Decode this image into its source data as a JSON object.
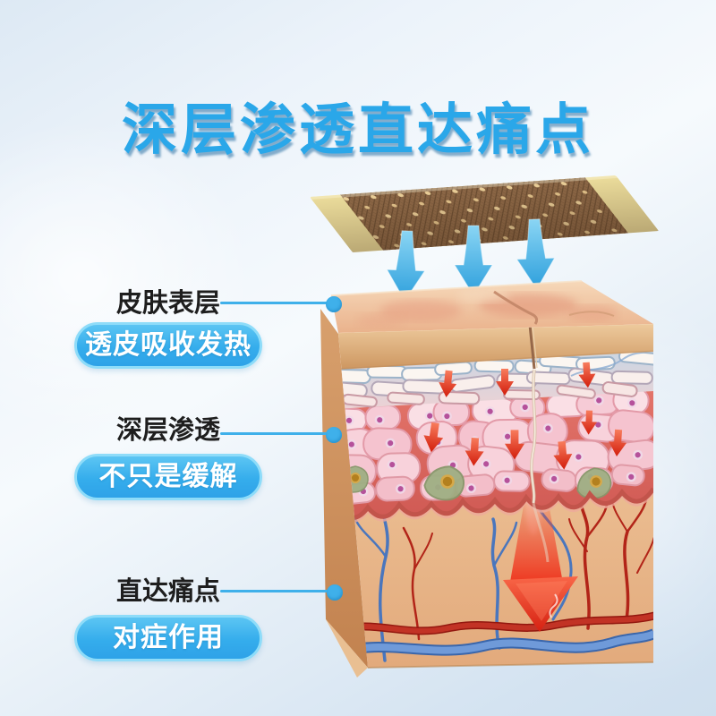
{
  "title": "深层渗透直达痛点",
  "callouts": [
    {
      "label": "皮肤表层",
      "pill": "透皮吸收发热"
    },
    {
      "label": "深层渗透",
      "pill": "不只是缓解"
    },
    {
      "label": "直达痛点",
      "pill": "对症作用"
    }
  ],
  "colors": {
    "title_blue": "#2aa7e9",
    "pill_blue": "#35adec",
    "callout_line": "#3fb0ea",
    "patch_brown": "#8d6847",
    "patch_edge": "#ecdd9c",
    "absorb_arrow_blue": "#4ab3e9",
    "penetrate_arrow_red": "#e0301f",
    "skin_surface": "#f0c4a2",
    "dermis_tan": "#eec094"
  },
  "illustration": {
    "patch_icon": "herbal-plaster-icon",
    "absorb_arrow_icon": "blue-down-arrow-icon",
    "heat_arrow_icon": "small-red-down-arrow-icon",
    "penetration_arrow_icon": "big-red-down-arrow-icon",
    "absorb_arrow_count": 3,
    "heat_arrow_count": 9
  }
}
